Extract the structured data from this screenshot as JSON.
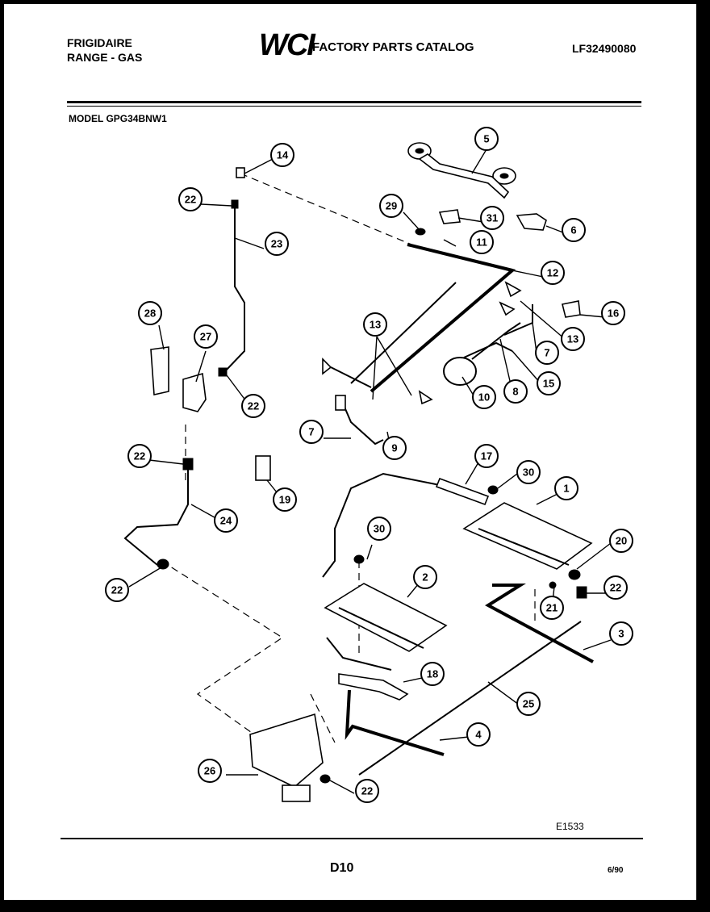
{
  "header": {
    "brand_line1": "FRIGIDAIRE",
    "brand_line2": "RANGE - GAS",
    "logo": "WCI",
    "catalog_title": "FACTORY PARTS CATALOG",
    "catalog_number": "LF32490080",
    "model": "MODEL GPG34BNW1"
  },
  "diagram": {
    "figure_code": "E1533",
    "callouts": [
      "14",
      "22",
      "23",
      "5",
      "29",
      "31",
      "6",
      "11",
      "12",
      "28",
      "27",
      "13",
      "16",
      "13",
      "7",
      "15",
      "10",
      "8",
      "22",
      "7",
      "9",
      "22",
      "19",
      "17",
      "30",
      "1",
      "24",
      "20",
      "30",
      "2",
      "22",
      "22",
      "21",
      "3",
      "18",
      "25",
      "4",
      "26",
      "22"
    ]
  },
  "footer": {
    "page": "D10",
    "date": "6/90"
  },
  "colors": {
    "ink": "#000000",
    "paper": "#ffffff",
    "border": "#000000"
  }
}
